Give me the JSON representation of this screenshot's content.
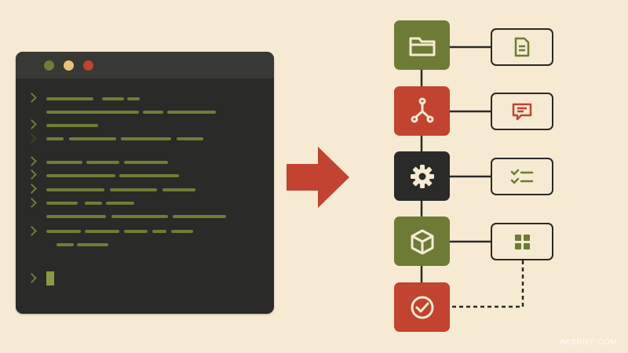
{
  "terminal": {
    "window_buttons": [
      {
        "name": "close",
        "color": "#6e7d35"
      },
      {
        "name": "minimize",
        "color": "#e8c477"
      },
      {
        "name": "maximize",
        "color": "#c2432f"
      }
    ]
  },
  "colors": {
    "background": "#f6ead3",
    "terminal": "#2a2a28",
    "code_green": "#6e7d35",
    "olive": "#6d7b36",
    "red": "#c2432f",
    "dark": "#2a2a28"
  },
  "pipeline": {
    "nodes": [
      {
        "icon": "folder-icon",
        "color": "#6d7b36"
      },
      {
        "icon": "git-branch-icon",
        "color": "#c2432f"
      },
      {
        "icon": "gear-icon",
        "color": "#2a2a28"
      },
      {
        "icon": "package-box-icon",
        "color": "#6d7b36"
      },
      {
        "icon": "check-circle-icon",
        "color": "#c2432f"
      }
    ],
    "outputs": [
      {
        "icon": "document-icon"
      },
      {
        "icon": "chat-bubble-icon"
      },
      {
        "icon": "checklist-icon"
      },
      {
        "icon": "grid-blocks-icon"
      }
    ]
  },
  "flow_arrow": {
    "icon": "arrow-right-icon",
    "color": "#c2432f"
  },
  "watermark": "AKBRIEF.COM"
}
